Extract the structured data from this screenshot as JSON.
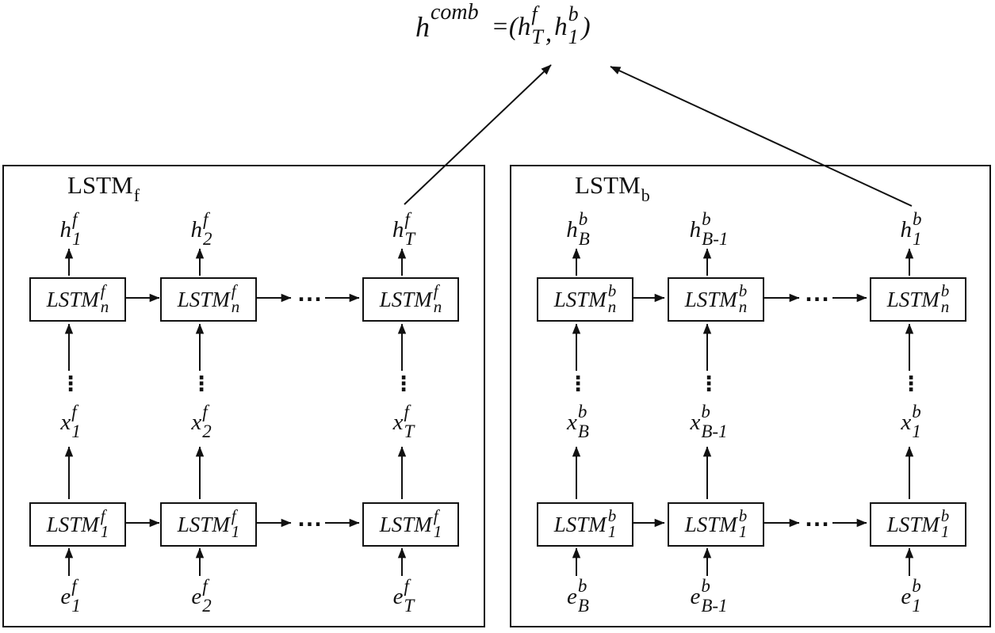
{
  "figure": {
    "description_label": "bidirectional-lstm-diagram"
  },
  "colors": {
    "ink": "#111111",
    "background": "#ffffff"
  },
  "formula": {
    "lhs_base": "h",
    "lhs_sup": "comb",
    "equals": "=(",
    "arg1": {
      "base": "h",
      "sup": "f",
      "sub": "T"
    },
    "separator": ",",
    "arg2": {
      "base": "h",
      "sup": "b",
      "sub": "1"
    },
    "close": ")"
  },
  "panels": [
    {
      "id": "forward",
      "title": {
        "base": "LSTM",
        "sub": "f"
      },
      "node_top": {
        "base": "LSTM",
        "sup": "f",
        "sub": "n"
      },
      "node_bottom": {
        "base": "LSTM",
        "sup": "f",
        "sub": "1"
      },
      "ellipsis": "···",
      "vdots": "⋮",
      "columns": [
        {
          "h": {
            "base": "h",
            "sup": "f",
            "sub": "1"
          },
          "x": {
            "base": "x",
            "sup": "f",
            "sub": "1"
          },
          "e": {
            "base": "e",
            "sup": "f",
            "sub": "1"
          }
        },
        {
          "h": {
            "base": "h",
            "sup": "f",
            "sub": "2"
          },
          "x": {
            "base": "x",
            "sup": "f",
            "sub": "2"
          },
          "e": {
            "base": "e",
            "sup": "f",
            "sub": "2"
          }
        },
        {
          "h": {
            "base": "h",
            "sup": "f",
            "sub": "T"
          },
          "x": {
            "base": "x",
            "sup": "f",
            "sub": "T"
          },
          "e": {
            "base": "e",
            "sup": "f",
            "sub": "T"
          }
        }
      ]
    },
    {
      "id": "backward",
      "title": {
        "base": "LSTM",
        "sub": "b"
      },
      "node_top": {
        "base": "LSTM",
        "sup": "b",
        "sub": "n"
      },
      "node_bottom": {
        "base": "LSTM",
        "sup": "b",
        "sub": "1"
      },
      "ellipsis": "···",
      "vdots": "⋮",
      "columns": [
        {
          "h": {
            "base": "h",
            "sup": "b",
            "sub": "B"
          },
          "x": {
            "base": "x",
            "sup": "b",
            "sub": "B"
          },
          "e": {
            "base": "e",
            "sup": "b",
            "sub": "B"
          }
        },
        {
          "h": {
            "base": "h",
            "sup": "b",
            "sub": "B-1"
          },
          "x": {
            "base": "x",
            "sup": "b",
            "sub": "B-1"
          },
          "e": {
            "base": "e",
            "sup": "b",
            "sub": "B-1"
          }
        },
        {
          "h": {
            "base": "h",
            "sup": "b",
            "sub": "1"
          },
          "x": {
            "base": "x",
            "sup": "b",
            "sub": "1"
          },
          "e": {
            "base": "e",
            "sup": "b",
            "sub": "1"
          }
        }
      ]
    }
  ]
}
